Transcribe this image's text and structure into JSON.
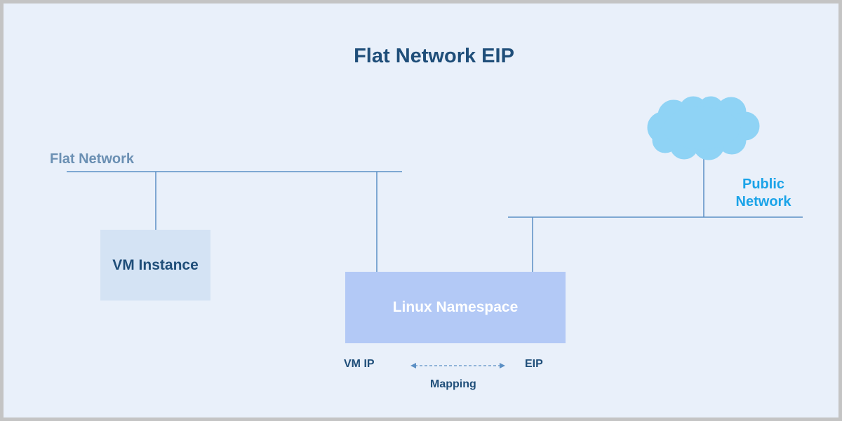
{
  "diagram": {
    "title": "Flat Network EIP",
    "flat_network_label": "Flat Network",
    "public_network_label": "Public Network",
    "vm_instance_label": "VM Instance",
    "linux_namespace_label": "Linux Namespace",
    "vm_ip_label": "VM IP",
    "eip_label": "EIP",
    "mapping_label": "Mapping",
    "colors": {
      "background": "#e9f0fa",
      "title": "#1f4e79",
      "flat_network_label": "#6b90b3",
      "public_network_label": "#1aa3e8",
      "line": "#5b8fc4",
      "vm_box": "#d4e3f4",
      "namespace_box": "#b3c9f6",
      "cloud": "#8fd3f5"
    },
    "icons": [
      "cloud-icon",
      "bidirectional-arrow-icon"
    ]
  }
}
